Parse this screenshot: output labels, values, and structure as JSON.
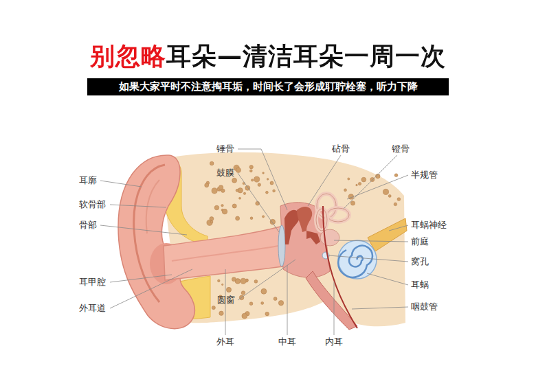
{
  "diagram": {
    "title": "别忽略耳朵—清洁耳朵一周一次",
    "caption": "如果大家平时不注意掏耳垢，时间长了会形成耵聍栓塞，听力下降",
    "labels": [
      "锤骨",
      "砧骨",
      "镫骨",
      "鼓膜",
      "半规管",
      "耳廓",
      "软骨部",
      "骨部",
      "耳蜗神经",
      "前庭",
      "窝孔",
      "耳蜗",
      "耳甲腔",
      "圆窗",
      "咽鼓管",
      "外耳道",
      "外耳",
      "中耳",
      "内耳"
    ]
  }
}
